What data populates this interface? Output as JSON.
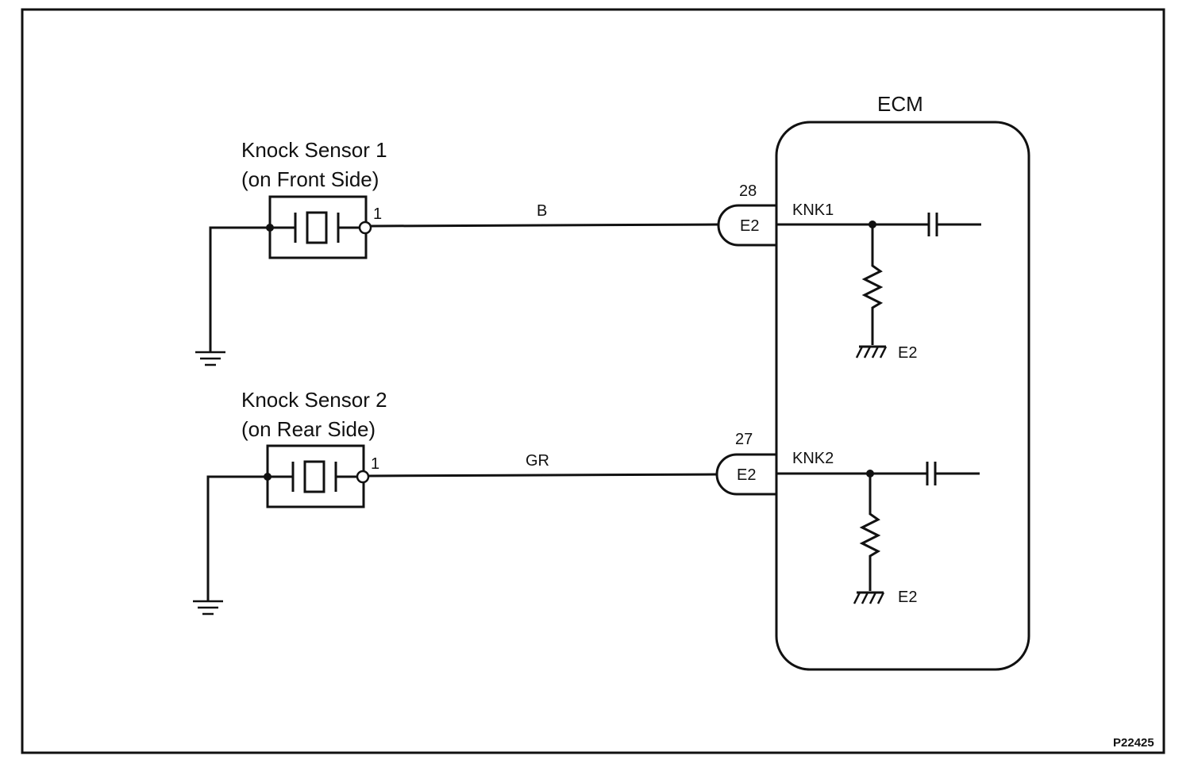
{
  "frame": {
    "code": "P22425"
  },
  "ecm": {
    "label": "ECM"
  },
  "sensors": [
    {
      "name": "Knock Sensor 1",
      "location": "(on Front Side)",
      "pin": "1",
      "wire_color": "B",
      "ecm_pin": "28",
      "connector": "E2",
      "signal": "KNK1",
      "ground": "E2"
    },
    {
      "name": "Knock Sensor 2",
      "location": "(on Rear Side)",
      "pin": "1",
      "wire_color": "GR",
      "ecm_pin": "27",
      "connector": "E2",
      "signal": "KNK2",
      "ground": "E2"
    }
  ]
}
